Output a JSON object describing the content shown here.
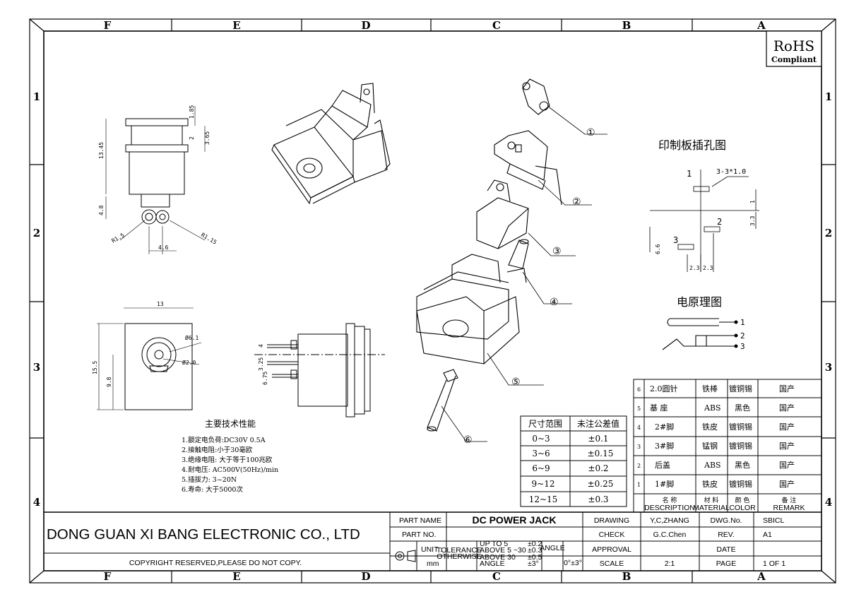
{
  "zones": {
    "columns": [
      "F",
      "E",
      "D",
      "C",
      "B",
      "A"
    ],
    "rows": [
      "1",
      "2",
      "3",
      "4"
    ]
  },
  "rohs": {
    "line1": "RoHS",
    "line2": "Compliant"
  },
  "callouts": [
    "①",
    "②",
    "③",
    "④",
    "⑤",
    "⑥"
  ],
  "pcb": {
    "title": "印制板插孔图",
    "hole_spec": "3-3*1.0",
    "pin1": "1",
    "pin2": "2",
    "pin3": "3",
    "dims": [
      "6.6",
      "2.3",
      "2.3",
      "1",
      "3.3"
    ]
  },
  "schematic": {
    "title": "电原理图",
    "pins": [
      "1",
      "2",
      "3"
    ]
  },
  "specs": {
    "title": "主要技术性能",
    "items": [
      "1.额定电负荷:DC30V 0.5A",
      "2.接触电阻:小于30毫欧",
      "3.绝缘电阻: 大于等于100兆欧",
      "4.耐电压: AC500V(50Hz)/min",
      "5.插拔力: 3~20N",
      "6.寿命: 大于5000次"
    ]
  },
  "dims": {
    "side": [
      "13.45",
      "1.85",
      "2",
      "3.65",
      "4.8",
      "4.6",
      "R1.5",
      "R1.15"
    ],
    "front": [
      "13",
      "15.5",
      "9.8",
      "Ø6.1",
      "Ø2.0"
    ],
    "bottom": [
      "4",
      "3.25",
      "6.75"
    ]
  },
  "tolerance_table": {
    "headers": [
      "尺寸范围",
      "未注公差值"
    ],
    "rows": [
      [
        "0~3",
        "±0.1"
      ],
      [
        "3~6",
        "±0.15"
      ],
      [
        "6~9",
        "±0.2"
      ],
      [
        "9~12",
        "±0.25"
      ],
      [
        "12~15",
        "±0.3"
      ]
    ]
  },
  "bom": {
    "rows": [
      [
        "6",
        "2.0圆针",
        "铁棒",
        "镀铜锡",
        "国产"
      ],
      [
        "5",
        "基  座",
        "ABS",
        "黑色",
        "国产"
      ],
      [
        "4",
        "2#脚",
        "铁皮",
        "镀铜锡",
        "国产"
      ],
      [
        "3",
        "3#脚",
        "锰钢",
        "镀铜锡",
        "国产"
      ],
      [
        "2",
        "后盖",
        "ABS",
        "黑色",
        "国产"
      ],
      [
        "1",
        "1#脚",
        "铁皮",
        "镀铜锡",
        "国产"
      ]
    ],
    "header": [
      [
        "名  称",
        "DESCRIPTION"
      ],
      [
        "材  料",
        "MATERIAL"
      ],
      [
        "颜 色",
        "COLOR"
      ],
      [
        "备  注",
        "REMARK"
      ]
    ]
  },
  "titleblock": {
    "company": "DONG GUAN XI BANG ELECTRONIC CO., LTD",
    "copyright": "COPYRIGHT RESERVED,PLEASE DO NOT COPY.",
    "part_name_label": "PART NAME",
    "part_name": "DC POWER JACK",
    "part_no_label": "PART NO.",
    "unit_label": "UNIT :",
    "unit": "mm",
    "tol_label1": "TOLERANCE",
    "tol_label2": "OTHERWISE",
    "tol_rows": [
      [
        "UP TO 5",
        "±0.2"
      ],
      [
        "ABOVE 5 ~30",
        "±0.3"
      ],
      [
        "ABOVE 30",
        "±0.5"
      ],
      [
        "ANGLE",
        "±3°"
      ]
    ],
    "angle_label": "ANGLE",
    "angle_val": "0°±3°",
    "drawing_label": "DRAWING",
    "drawing": "Y,C,ZHANG",
    "check_label": "CHECK",
    "check": "G.C.Chen",
    "approval_label": "APPROVAL",
    "scale_label": "SCALE",
    "scale": "2:1",
    "dwgno_label": "DWG.No.",
    "dwgno": "SBICL",
    "rev_label": "REV.",
    "rev": "A1",
    "date_label": "DATE",
    "page_label": "PAGE",
    "page": "1 OF 1"
  }
}
